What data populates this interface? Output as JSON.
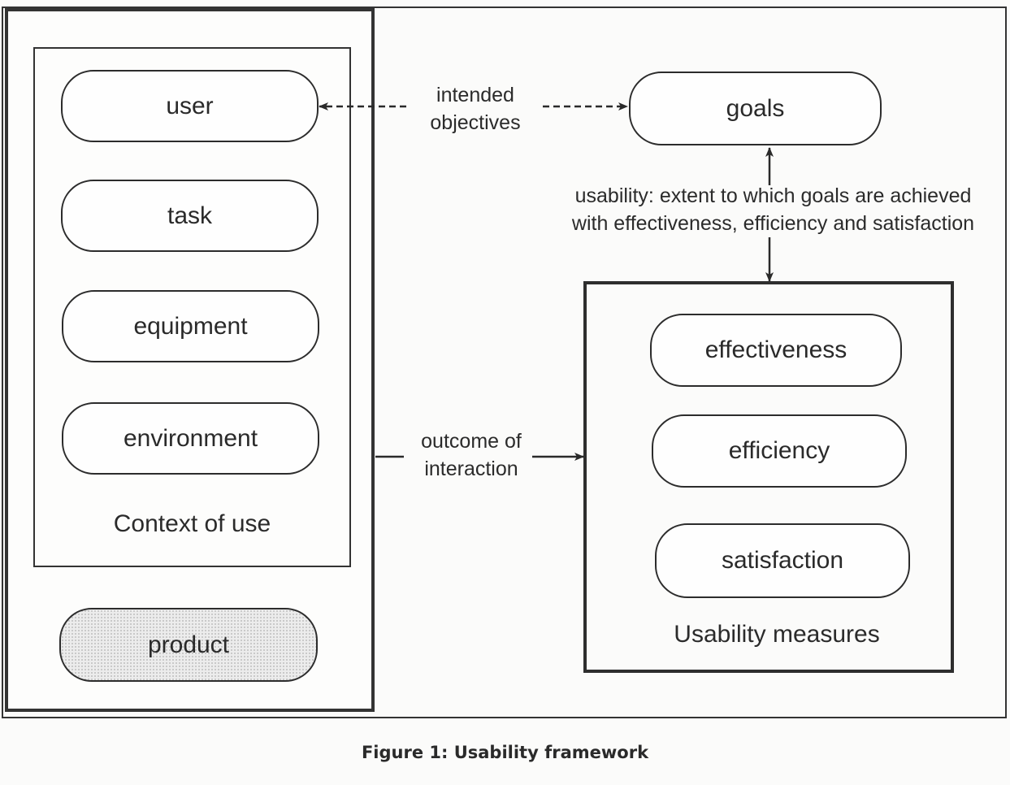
{
  "figure": {
    "caption": "Figure 1: Usability framework",
    "context_of_use": {
      "title": "Context of use",
      "items": [
        "user",
        "task",
        "equipment",
        "environment"
      ]
    },
    "product": "product",
    "goals": "goals",
    "intended_objectives": [
      "intended",
      "objectives"
    ],
    "usability_definition": [
      "usability: extent to which goals are achieved",
      "with effectiveness, efficiency and satisfaction"
    ],
    "outcome_of_interaction": [
      "outcome of",
      "interaction"
    ],
    "usability_measures": {
      "title": "Usability measures",
      "items": [
        "effectiveness",
        "efficiency",
        "satisfaction"
      ]
    }
  }
}
